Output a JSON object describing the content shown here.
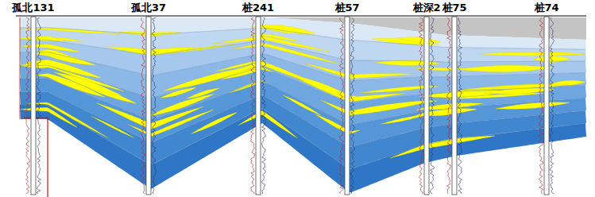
{
  "diagram": {
    "labels": [
      "孤北131",
      "孤北37",
      "桩241",
      "桩57",
      "桩深2",
      "桩75",
      "桩74"
    ]
  }
}
